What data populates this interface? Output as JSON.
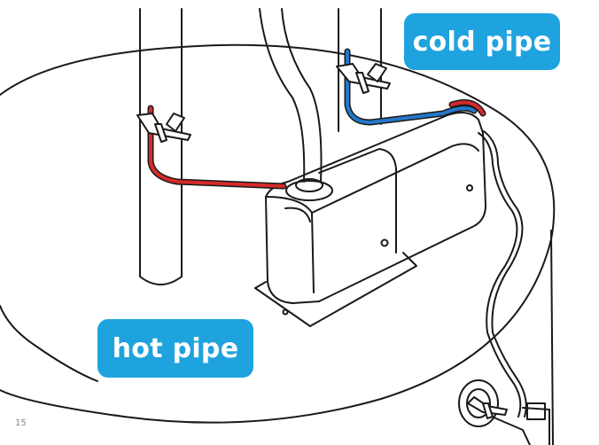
{
  "labels": {
    "cold_pipe": "cold pipe",
    "hot_pipe": "hot pipe"
  },
  "page_number": "15",
  "colors": {
    "label_background": "#1fa3de",
    "label_text": "#ffffff",
    "hot_wire": "#d42a2a",
    "cold_wire": "#2577c8",
    "line": "#1a1a1a"
  },
  "icons": [
    "water-heater",
    "sensor-device",
    "pipe-clamp",
    "drain-valve"
  ]
}
